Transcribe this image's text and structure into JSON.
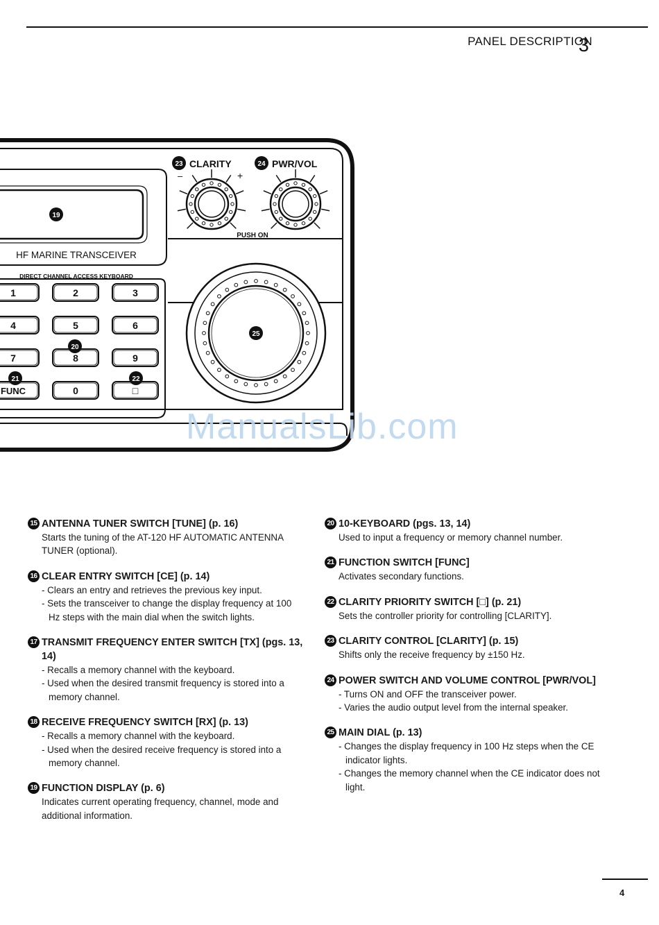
{
  "header": {
    "title": "PANEL DESCRIPTION",
    "chapter": "3"
  },
  "panel": {
    "clarity_label": "CLARITY",
    "pwrvol_label": "PWR/VOL",
    "minus": "–",
    "plus": "+",
    "push_on": "PUSH ON",
    "model_label": "HF MARINE TRANSCEIVER",
    "keyboard_label": "DIRECT CHANNEL ACCESS KEYBOARD",
    "keys": [
      "1",
      "2",
      "3",
      "4",
      "5",
      "6",
      "7",
      "8",
      "9",
      "FUNC",
      "0",
      "□"
    ],
    "callouts": {
      "display": "19",
      "keyboard": "20",
      "func": "21",
      "priority": "22",
      "clarity": "23",
      "pwrvol": "24",
      "main_dial": "25"
    }
  },
  "watermark": "ManualsLib.com",
  "left_entries": [
    {
      "num": "15",
      "title": "ANTENNA TUNER SWITCH [TUNE] (p. 16)",
      "lines": [
        "Starts the tuning of the AT-120 HF AUTOMATIC ANTENNA TUNER (optional)."
      ]
    },
    {
      "num": "16",
      "title": "CLEAR ENTRY SWITCH [CE] (p. 14)",
      "bullets": [
        "Clears an entry and retrieves the previous key input.",
        "Sets the transceiver to change the display frequency at 100 Hz steps with the main dial when the switch lights."
      ]
    },
    {
      "num": "17",
      "title": "TRANSMIT FREQUENCY ENTER SWITCH [TX] (pgs. 13, 14)",
      "bullets": [
        "Recalls a memory channel with the keyboard.",
        "Used when the desired transmit frequency is stored into a memory channel."
      ]
    },
    {
      "num": "18",
      "title": "RECEIVE FREQUENCY SWITCH [RX] (p. 13)",
      "bullets": [
        "Recalls a memory channel with the keyboard.",
        "Used when the desired receive frequency is stored into a memory channel."
      ]
    },
    {
      "num": "19",
      "title": "FUNCTION DISPLAY (p. 6)",
      "lines": [
        "Indicates current operating frequency, channel, mode and additional information."
      ]
    }
  ],
  "right_entries": [
    {
      "num": "20",
      "title": "10-KEYBOARD (pgs. 13, 14)",
      "lines": [
        "Used to input a frequency or memory channel number."
      ]
    },
    {
      "num": "21",
      "title": "FUNCTION SWITCH [FUNC]",
      "lines": [
        "Activates secondary functions."
      ]
    },
    {
      "num": "22",
      "title": "CLARITY PRIORITY SWITCH [□] (p. 21)",
      "lines": [
        "Sets the controller priority for controlling [CLARITY]."
      ]
    },
    {
      "num": "23",
      "title": "CLARITY CONTROL [CLARITY] (p. 15)",
      "lines": [
        "Shifts only the receive frequency by ±150 Hz."
      ]
    },
    {
      "num": "24",
      "title": "POWER SWITCH AND VOLUME CONTROL [PWR/VOL]",
      "bullets": [
        "Turns ON and OFF the transceiver power.",
        "Varies the audio output level from the internal speaker."
      ]
    },
    {
      "num": "25",
      "title": "MAIN DIAL (p. 13)",
      "bullets": [
        "Changes the display frequency in 100 Hz steps when the CE indicator lights.",
        "Changes the memory channel when the CE indicator does not light."
      ]
    }
  ],
  "footer": {
    "page": "4"
  }
}
